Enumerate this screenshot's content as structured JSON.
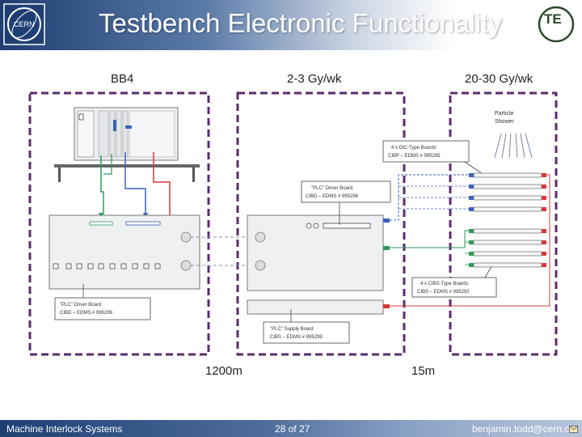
{
  "header": {
    "title": "Testbench Electronic Functionality",
    "te_logo_text": "TE"
  },
  "locations": {
    "left": "BB4",
    "middle": "2-3 Gy/wk",
    "right": "20-30 Gy/wk"
  },
  "distances": {
    "left": "1200m",
    "right": "15m"
  },
  "labels": {
    "particle_shower_1": "Particle",
    "particle_shower_2": "Shower",
    "cibd_boards_1": "4 x DIC-Type Boards",
    "cibd_boards_2": "CIBP – EDMS # 995295",
    "driver_mid_1": "\"PLC\" Driver Board",
    "driver_mid_2": "CIBD – EDMS # 995296",
    "cibs_boards_1": "4 x CIBS-Type Boards",
    "cibs_boards_2": "CIBS – EDMS # 995292",
    "driver_left_1": "\"PLC\" Driver Board",
    "driver_left_2": "CIBD – EDMS # 995296",
    "supply_1": "\"PLC\" Supply Board",
    "supply_2": "CIBS – EDMS # 995299"
  },
  "footer": {
    "left": "Machine Interlock Systems",
    "page": "28 of 27",
    "email": "benjamin.todd@cern.ch"
  },
  "colors": {
    "header_dark": "#1f3f73",
    "dashed_border": "#5a2d6e",
    "red_wire": "#d33b3b",
    "blue_wire": "#3b62b8",
    "green_wire": "#2e9a5a"
  }
}
